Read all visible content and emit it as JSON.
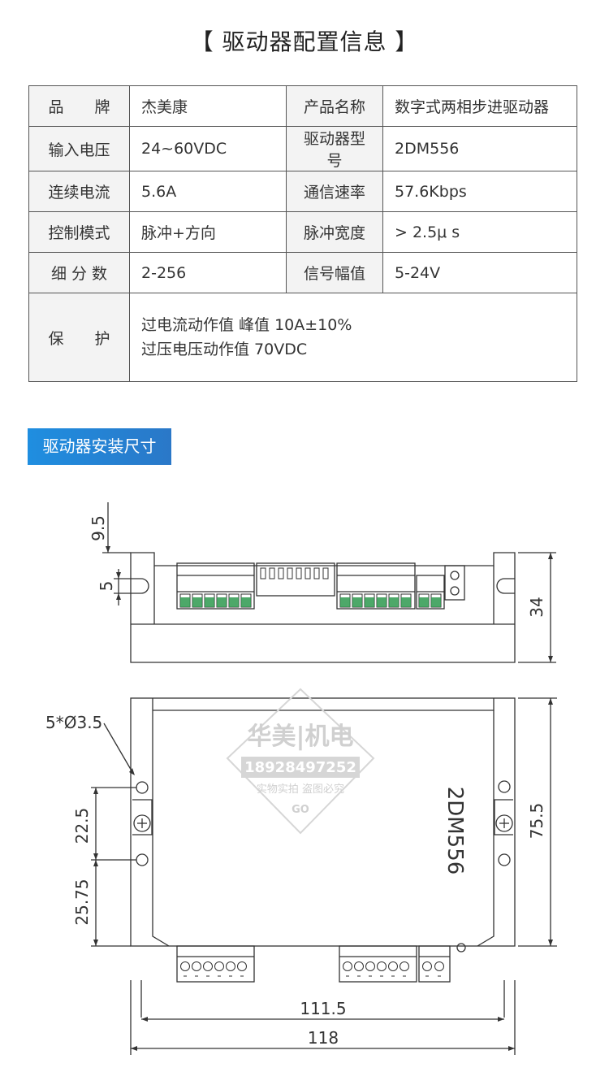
{
  "title": "【 驱动器配置信息 】",
  "spec_table": {
    "rows": [
      {
        "label1": "品　　牌",
        "value1": "杰美康",
        "label2": "产品名称",
        "value2": "数字式两相步进驱动器"
      },
      {
        "label1": "输入电压",
        "value1": "24~60VDC",
        "label2": "驱动器型号",
        "value2": "2DM556"
      },
      {
        "label1": "连续电流",
        "value1": "5.6A",
        "label2": "通信速率",
        "value2": "57.6Kbps"
      },
      {
        "label1": "控制模式",
        "value1": "脉冲+方向",
        "label2": "脉冲宽度",
        "value2": "> 2.5μ s"
      },
      {
        "label1": "细 分 数",
        "value1": "2-256",
        "label2": "信号幅值",
        "value2": "5-24V"
      }
    ],
    "protection": {
      "label": "保　　护",
      "lines": [
        "过电流动作值 峰值 10A±10%",
        "过压电压动作值 70VDC"
      ]
    }
  },
  "section_title": "驱动器安装尺寸",
  "drawing": {
    "dim_9_5": "9.5",
    "dim_5": "5",
    "dim_34": "34",
    "hole_spec": "5*Ø3.5",
    "dim_22_5": "22.5",
    "dim_25_75": "25.75",
    "dim_75_5": "75.5",
    "dim_111_5": "111.5",
    "dim_118": "118",
    "model_text": "2DM556",
    "watermark": {
      "brand": "华美|机电",
      "phone": "18928497252",
      "notice": "实物实拍 盗图必究",
      "mark": "GO"
    }
  },
  "colors": {
    "badge_start": "#1f8ee0",
    "badge_end": "#2a78c8",
    "line": "#333333",
    "connector_green": "#2f9a4f"
  }
}
